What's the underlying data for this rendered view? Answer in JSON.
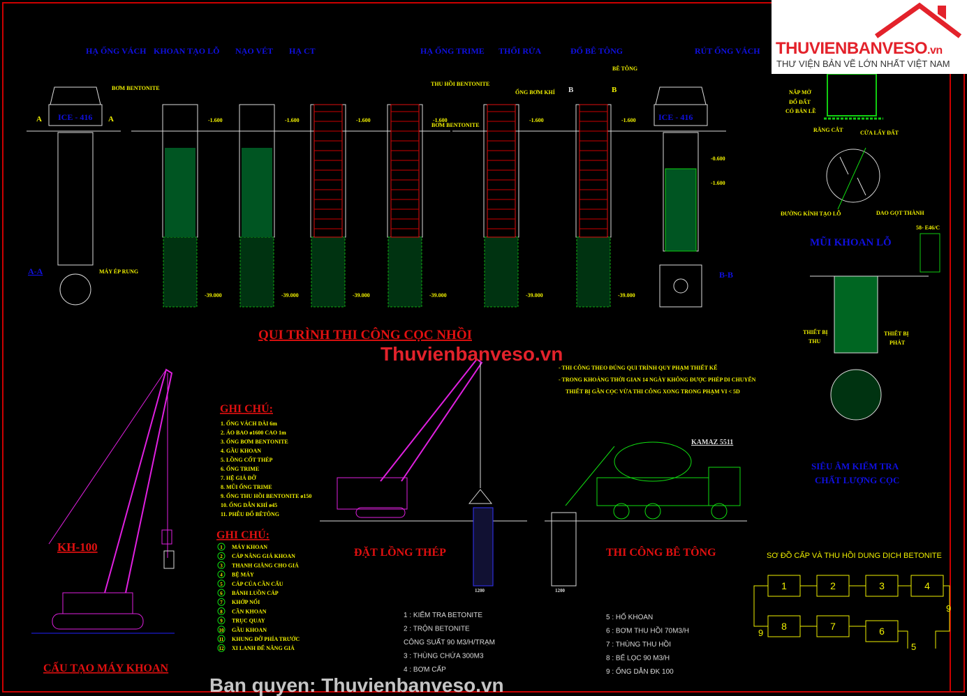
{
  "logo": {
    "brand": "THUVIENBANVESO",
    "brand_suffix": ".vn",
    "tagline": "THƯ VIỆN BẢN VẼ LỚN NHẤT VIỆT NAM"
  },
  "watermarks": {
    "center": "Thuvienbanveso.vn",
    "bottom": "Ban quyen: Thuvienbanveso.vn"
  },
  "stages": [
    "HẠ ỐNG VÁCH",
    "KHOAN TẠO LỖ",
    "NẠO VÉT",
    "HẠ CT",
    "HẠ ỐNG TRIME",
    "THỔI RỬA",
    "ĐỔ BÊ TÔNG",
    "RÚT ỐNG VÁCH"
  ],
  "labels": {
    "bom_bentonite": "BƠM BENTONITE",
    "thu_hoi_bentonite": "THU HỒI BENTONITE",
    "ong_bom_khi": "ỐNG BƠM KHÍ",
    "be_tong": "BÊ TÔNG",
    "ice": "ICE - 416",
    "section_aa": "A-A",
    "section_bb": "B-B",
    "section_a": "A",
    "section_b": "B",
    "may_ep_rung": "MÁY ÉP RUNG",
    "lvl_1600": "-1.600",
    "lvl_600": "-0.600",
    "lvl_39": "-39.000",
    "dim_1200": "1200"
  },
  "main_title": "QUI TRÌNH THI CÔNG CỌC NHỒI",
  "drill_bit": {
    "title": "MŨI KHOAN LỖ",
    "nap_mo": [
      "NẮP MỞ",
      "ĐỔ ĐẤT",
      "CÓ BẢN LỀ"
    ],
    "rang_cat": "RĂNG CẮT",
    "cua_lay_dat": "CỬA LẤY ĐẤT",
    "duong_kinh": "ĐƯỜNG KÍNH TẠO LỖ",
    "dao_got": "DAO GỌT THÀNH",
    "device": "58- E46/C"
  },
  "ultrasound": {
    "title": [
      "SIÊU ÂM KIỂM TRA",
      "CHẤT LƯỢNG CỌC"
    ],
    "left": [
      "THIẾT BỊ",
      "THU"
    ],
    "right": [
      "THIẾT BỊ",
      "PHÁT"
    ]
  },
  "requirements": [
    "- THI CÔNG THEO ĐÚNG QUI TRÌNH QUY PHẠM THIẾT KẾ",
    "- TRONG KHOẢNG THỜI GIAN 14 NGÀY KHÔNG ĐƯỢC PHÉP DI CHUYỂN",
    "THIẾT BỊ GẦN CỌC VỪA THI CÔNG XONG TRONG PHẠM VI < 5D"
  ],
  "notes1": {
    "title": "GHI CHÚ:",
    "items": [
      "1. ỐNG VÁCH DÀI 6m",
      "2. ÁO BAO ø1600 CAO 1m",
      "3. ỐNG BƠM BENTONITE",
      "4. GẦU KHOAN",
      "5. LỒNG CỐT THÉP",
      "6. ỐNG TRIME",
      "7. HỆ GIÁ ĐỠ",
      "8. MŨI ỐNG TRIME",
      "9. ỐNG THU HỒI BENTONITE ø150",
      "10. ỐNG DẪN KHÍ ø45",
      "11. PHỄU ĐỔ BÊTÔNG"
    ]
  },
  "notes2": {
    "title": "GHI CHÚ:",
    "items": [
      "MÁY KHOAN",
      "CÁP NÂNG GIÁ KHOAN",
      "THANH GIẰNG CHO GIÁ",
      "BỆ MÁY",
      "CÁP CỦA CẦN CẨU",
      "BÁNH LUỒN CÁP",
      "KHỚP NỐI",
      "CẦN KHOAN",
      "TRỤC QUAY",
      "GẦU KHOAN",
      "KHUNG ĐỠ PHÍA TRƯỚC",
      "XI LANH ĐỂ NÂNG GIÁ"
    ]
  },
  "drill_machine": {
    "model": "KH-100",
    "title": "CẤU TẠO MÁY KHOAN"
  },
  "steel_cage": {
    "title": "ĐẶT LỒNG THÉP"
  },
  "concreting": {
    "title": "THI CÔNG BÊ TÔNG",
    "truck": "KAMAZ 5511"
  },
  "bentonite": {
    "title": "SƠ ĐỒ CẤP VÀ THU HỒI DUNG DỊCH BETONITE",
    "boxes": [
      "1",
      "2",
      "3",
      "4",
      "8",
      "7",
      "6"
    ],
    "pipe_labels": [
      "9",
      "9",
      "5"
    ],
    "legend_left": [
      "1 : KIỂM TRA BETONITE",
      "2 : TRỘN BETONITE",
      "CÔNG SUẤT 90 M3/H/TRẠM",
      "3 : THÙNG CHỨA 300M3",
      "4 : BƠM CẤP"
    ],
    "legend_right": [
      "5 : HỐ KHOAN",
      "6 : BƠM THU HỒI 70M3/H",
      "7 : THÙNG THU HỒI",
      "8 : BỂ LỌC 90 M3/H",
      "9 : ỐNG DẪN ĐK 100"
    ]
  }
}
